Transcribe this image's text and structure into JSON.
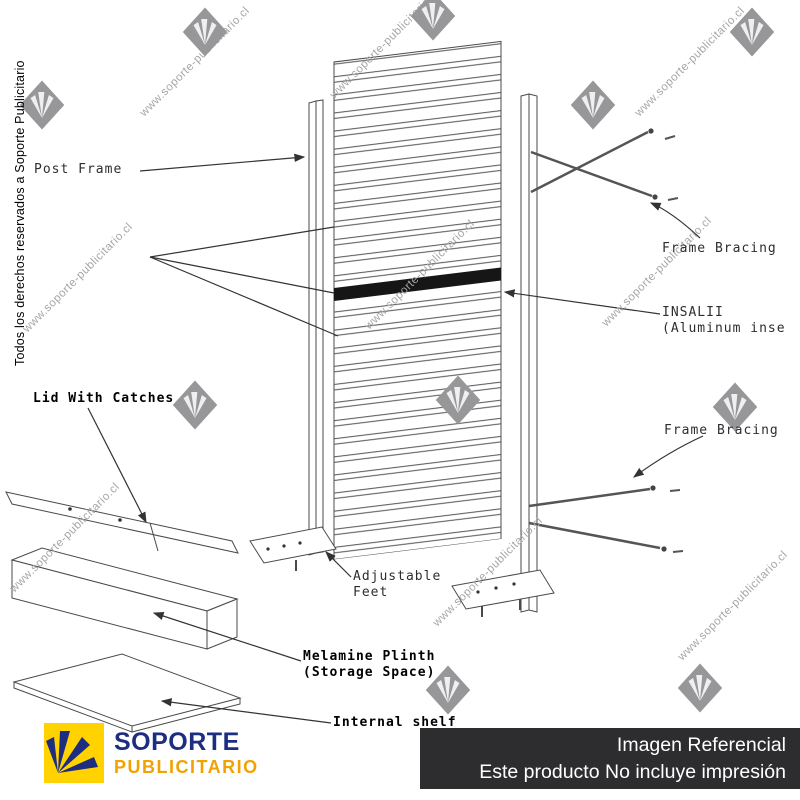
{
  "copyright_text": "Todos los derechos reservados a Soporte Publicitario",
  "watermark": {
    "text": "www.soporte-publicitario.cl"
  },
  "diagram": {
    "labels": {
      "post_frame": "Post Frame",
      "frame_bracing_top": "Frame Bracing",
      "insal_title": "INSALII",
      "insal_sub": "(Aluminum inse",
      "frame_bracing_bottom": "Frame Bracing",
      "lid_with_catches": "Lid With Catches",
      "adjustable_line1": "Adjustable",
      "adjustable_line2": "Feet",
      "plinth_line1": "Melamine Plinth",
      "plinth_line2": "(Storage Space)",
      "internal_shelf": "Internal shelf"
    }
  },
  "brand": {
    "name_line1": "SOPORTE",
    "name_line2": "PUBLICITARIO",
    "colors": {
      "navy": "#1d2d80",
      "orange": "#f2a200",
      "yellow": "#ffd200"
    }
  },
  "footer_bar": {
    "line1": "Imagen Referencial",
    "line2": "Este producto No incluye impresión",
    "background": "#2d2d2f"
  }
}
